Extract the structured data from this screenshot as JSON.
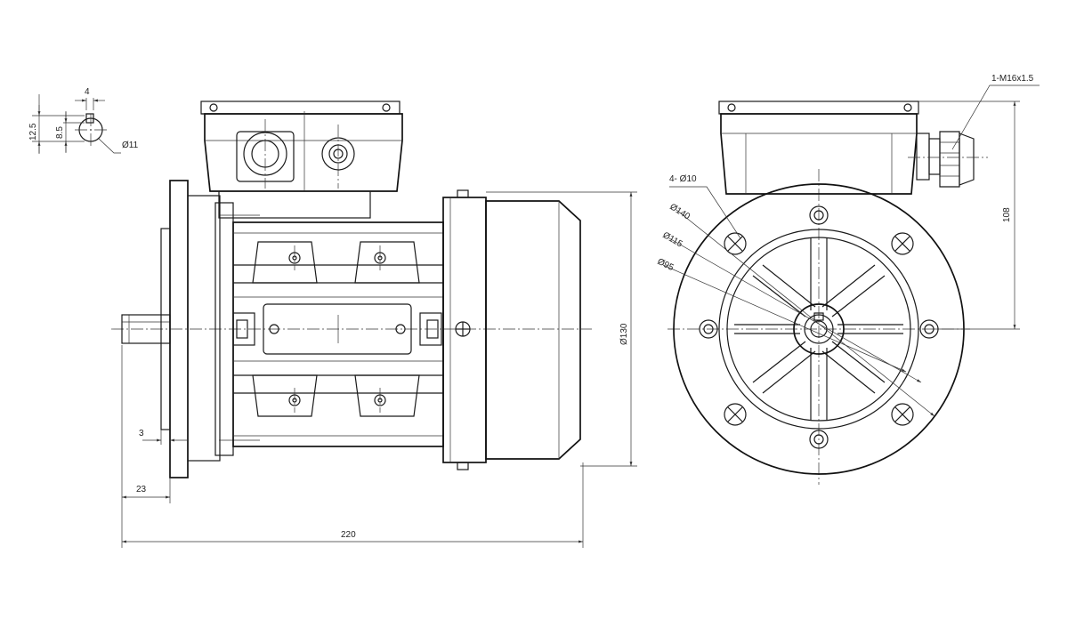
{
  "dimensions": {
    "keyway_width": "4",
    "keyway_height": "12.5",
    "keyway_depth": "8.5",
    "shaft_diameter": "Ø11",
    "flange_thickness": "3",
    "shaft_length": "23",
    "overall_length": "220",
    "overall_height": "Ø130",
    "mounting_holes": "4-  Ø10",
    "flange_diameter": "Ø140",
    "bolt_circle": "Ø115",
    "spigot_diameter": "Ø95",
    "cable_gland": "1-M16x1.5",
    "terminal_box_height": "108"
  },
  "colors": {
    "line": "#1a1a1a",
    "hatch": "#555555",
    "background": "#ffffff"
  }
}
